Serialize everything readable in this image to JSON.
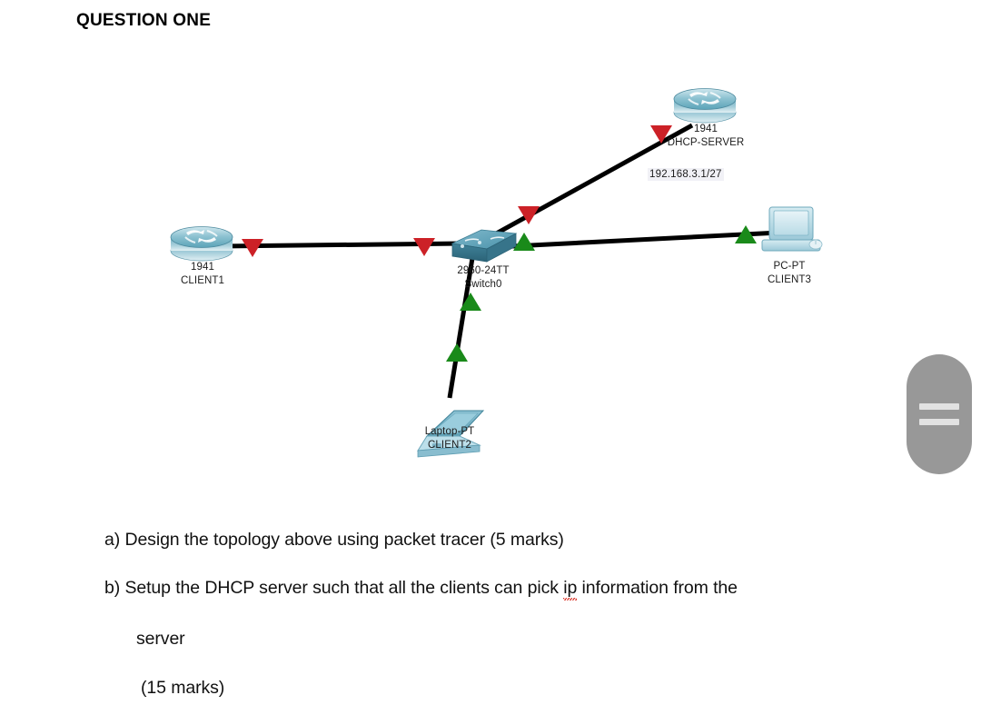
{
  "document": {
    "title": "QUESTION ONE"
  },
  "topology": {
    "nodes": [
      {
        "id": "client1",
        "icon": "cisco-router-icon",
        "model": "1941",
        "name": "CLIENT1",
        "device_type": "router"
      },
      {
        "id": "dhcp-server",
        "icon": "cisco-router-icon",
        "model": "1941",
        "name": "DHCP-SERVER",
        "device_type": "router",
        "ip_label": "192.168.3.1/27"
      },
      {
        "id": "switch0",
        "icon": "cisco-switch-icon",
        "model": "2960-24TT",
        "name": "Switch0",
        "device_type": "switch"
      },
      {
        "id": "client3",
        "icon": "desktop-pc-icon",
        "model": "PC-PT",
        "name": "CLIENT3",
        "device_type": "pc"
      },
      {
        "id": "client2",
        "icon": "laptop-icon",
        "model": "Laptop-PT",
        "name": "CLIENT2",
        "device_type": "laptop"
      }
    ],
    "links": [
      {
        "from": "client1",
        "to": "switch0",
        "from_status": "down",
        "to_status": "down"
      },
      {
        "from": "switch0",
        "to": "dhcp-server",
        "from_status": "down",
        "to_status": "down"
      },
      {
        "from": "switch0",
        "to": "client3",
        "from_status": "up",
        "to_status": "up"
      },
      {
        "from": "switch0",
        "to": "client2",
        "from_status": "up",
        "to_status": "up"
      }
    ],
    "status_colors": {
      "up": "#1a8a1a",
      "down": "#cc2127",
      "cable": "#000000"
    }
  },
  "side_handle": {
    "icon": "drag-handle-icon",
    "color": "#989898",
    "bar_color": "#e2e2e2"
  },
  "questions": [
    {
      "id": "a",
      "text": "a) Design the topology above using packet tracer (5 marks)"
    }
  ],
  "question_b": {
    "prefix": "b) Setup the DHCP server such that all the clients can pick ",
    "misspelled_word": "ip",
    "suffix": " information from the",
    "continuation": "server",
    "marks": "(15 marks)"
  }
}
